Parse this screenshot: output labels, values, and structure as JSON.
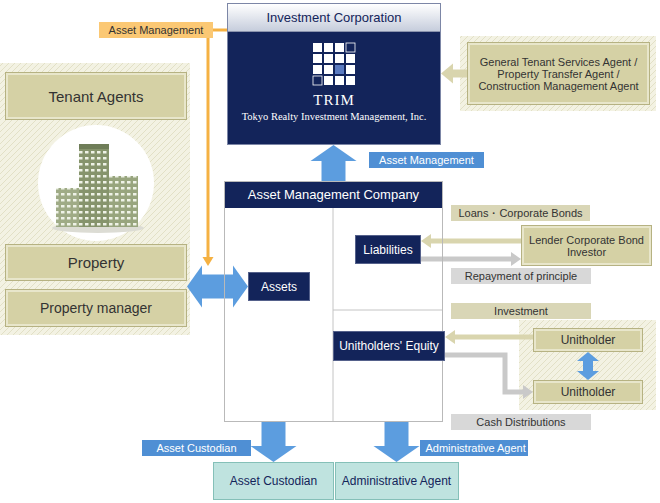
{
  "diagram": {
    "nodes": [
      {
        "text": [
          "Investment Corporation",
          "TRIM",
          "Tokyo Realty Investment Management, Inc."
        ]
      },
      {
        "text": [
          "General Tenant Services Agent / Property Transfer Agent / Construction Management Agent"
        ]
      },
      {
        "text": [
          "Tenant Agents"
        ]
      },
      {
        "text": [
          "Property"
        ]
      },
      {
        "text": [
          "Property manager"
        ]
      },
      {
        "text": [
          "Asset Management Company"
        ]
      },
      {
        "text": [
          "Assets"
        ],
        "in": 5
      },
      {
        "text": [
          "Liabilities"
        ],
        "in": 5
      },
      {
        "text": [
          "Unitholders' Equity"
        ],
        "in": 5
      },
      {
        "text": [
          "Lender Corporate Bond Investor"
        ]
      },
      {
        "text": [
          "Unitholder"
        ]
      },
      {
        "text": [
          "Unitholder"
        ]
      },
      {
        "text": [
          "Asset Custodian"
        ]
      },
      {
        "text": [
          "Administrative Agent"
        ]
      }
    ],
    "edges": [
      {
        "from": 0,
        "to": 3,
        "arrow": "to",
        "label": "Asset Management"
      },
      {
        "from": 5,
        "to": 0,
        "arrow": "to",
        "label": "Asset Management"
      },
      {
        "from": 1,
        "to": 0,
        "arrow": "to"
      },
      {
        "from": 3,
        "to": 6,
        "arrow": "both"
      },
      {
        "from": 9,
        "to": 7,
        "arrow": "to",
        "label": "Loans・Corporate Bonds"
      },
      {
        "from": 7,
        "to": 9,
        "arrow": "to",
        "label": "Repayment of principle"
      },
      {
        "from": 10,
        "to": 8,
        "arrow": "to",
        "label": "Investment"
      },
      {
        "from": 8,
        "to": 11,
        "arrow": "to",
        "label": "Cash Distributions"
      },
      {
        "from": 10,
        "to": 11,
        "arrow": "both"
      },
      {
        "from": 5,
        "to": 12,
        "arrow": "to",
        "label": "Asset Custodian"
      },
      {
        "from": 5,
        "to": 13,
        "arrow": "to",
        "label": "Administrative Agent"
      }
    ]
  }
}
